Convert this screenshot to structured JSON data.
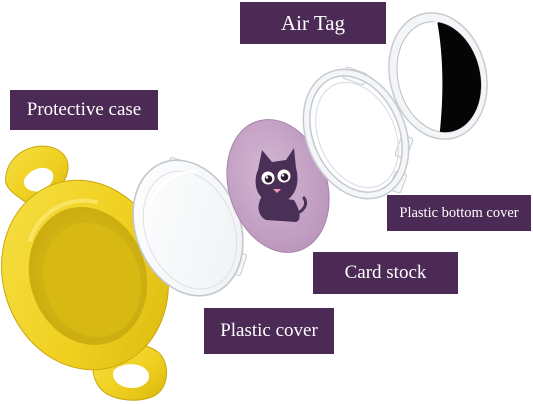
{
  "labels": {
    "air_tag": "Air Tag",
    "protective_case": "Protective case",
    "plastic_bottom_cover": "Plastic bottom cover",
    "card_stock": "Card stock",
    "plastic_cover": "Plastic cover"
  },
  "colors": {
    "label_background": "#4b2a55",
    "label_text": "#ffffff",
    "case_yellow": "#f2d327",
    "card_lilac": "#c8a6c9",
    "cat_body": "#4a2f57"
  }
}
